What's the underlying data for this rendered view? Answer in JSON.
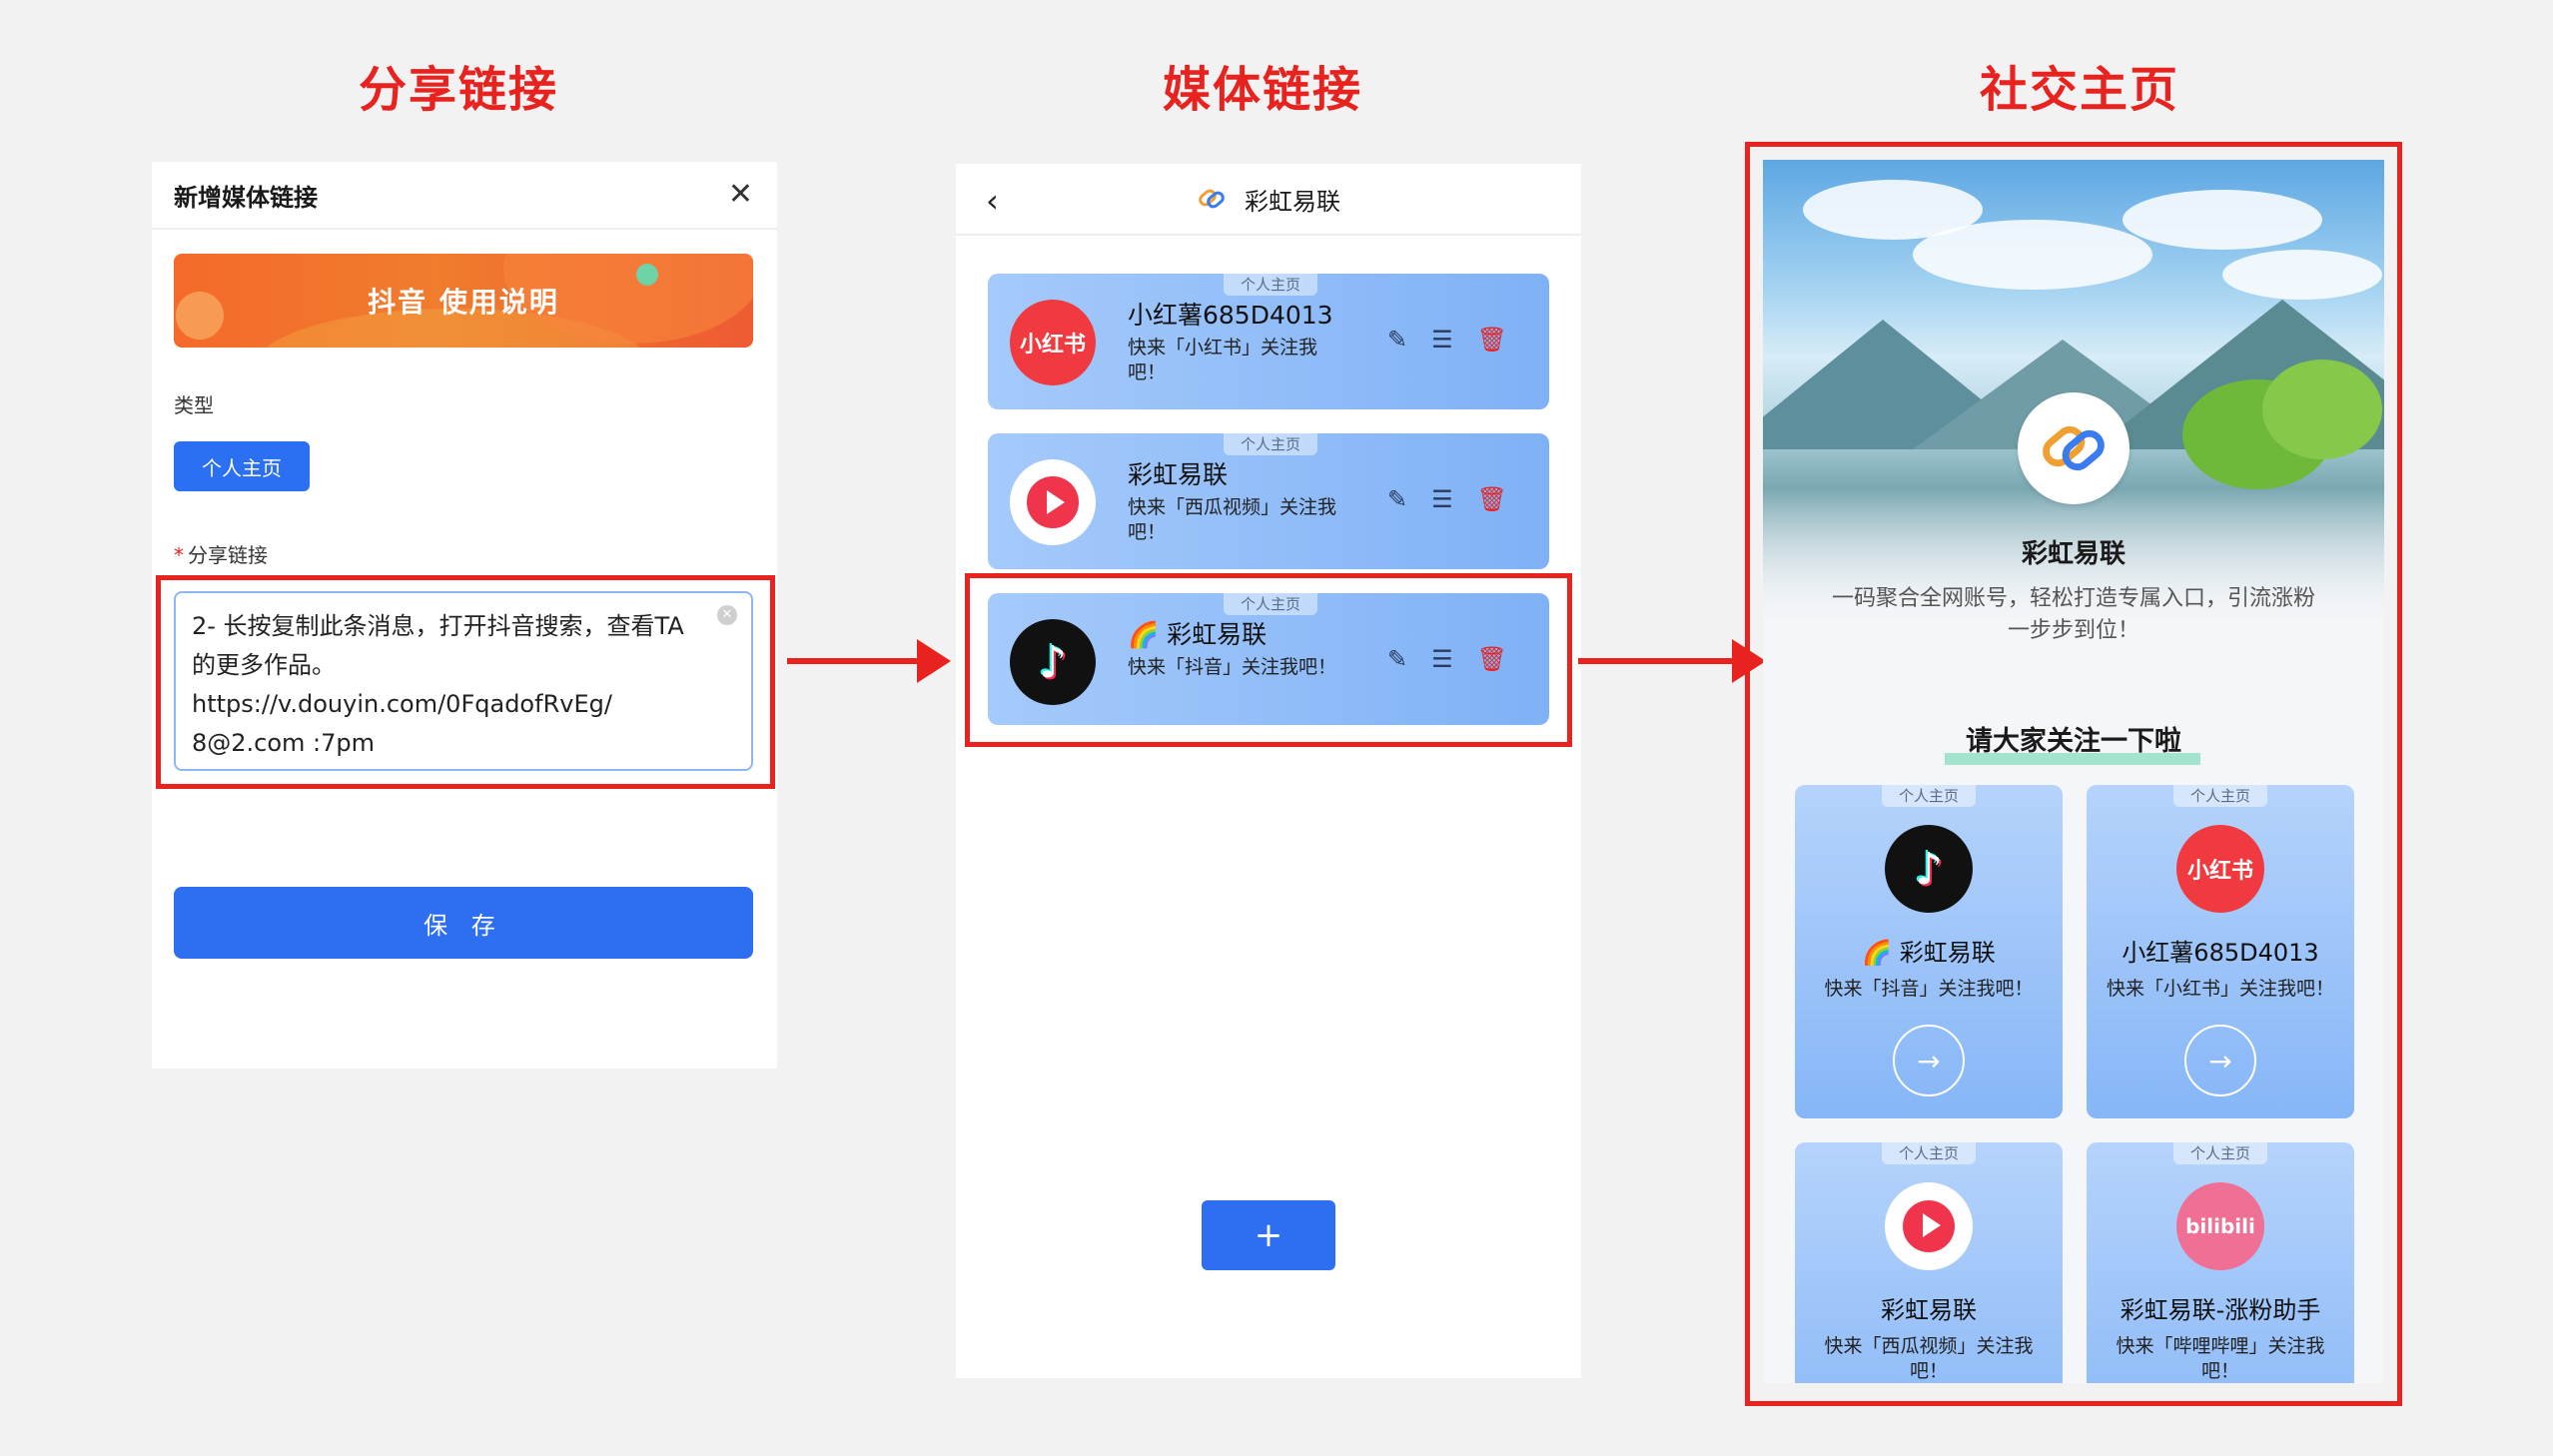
{
  "sections": {
    "share": "分享链接",
    "media": "媒体链接",
    "social": "社交主页"
  },
  "panel1": {
    "title": "新增媒体链接",
    "banner": "抖音 使用说明",
    "type_label": "类型",
    "type_value": "个人主页",
    "share_label": "分享链接",
    "share_text": [
      "2- 长按复制此条消息，打开抖音搜索，查看TA",
      "的更多作品。",
      "https://v.douyin.com/0FqadofRvEg/",
      "8@2.com :7pm"
    ],
    "save": "保 存"
  },
  "panel2": {
    "title": "彩虹易联",
    "add": "+",
    "cards": [
      {
        "tag": "个人主页",
        "icon": "xiaohongshu-icon",
        "icon_text": "小红书",
        "name": "小红薯685D4013",
        "desc": "快来「小红书」关注我吧！"
      },
      {
        "tag": "个人主页",
        "icon": "xigua-video-icon",
        "name": "彩虹易联",
        "desc": "快来「西瓜视频」关注我吧！"
      },
      {
        "tag": "个人主页",
        "icon": "douyin-icon",
        "name": "🌈 彩虹易联",
        "desc": "快来「抖音」关注我吧！"
      }
    ]
  },
  "panel3": {
    "name": "彩虹易联",
    "bio": "一码聚合全网账号，轻松打造专属入口，引流涨粉一步步到位！",
    "subtitle": "请大家关注一下啦",
    "cards": [
      {
        "tag": "个人主页",
        "icon": "douyin-icon",
        "name": "🌈 彩虹易联",
        "desc": "快来「抖音」关注我吧！"
      },
      {
        "tag": "个人主页",
        "icon": "xiaohongshu-icon",
        "icon_text": "小红书",
        "name": "小红薯685D4013",
        "desc": "快来「小红书」关注我吧！"
      },
      {
        "tag": "个人主页",
        "icon": "xigua-video-icon",
        "name": "彩虹易联",
        "desc": "快来「西瓜视频」关注我吧！"
      },
      {
        "tag": "个人主页",
        "icon": "bilibili-icon",
        "icon_text": "bilibili",
        "name": "彩虹易联-涨粉助手",
        "desc": "快来「哔哩哔哩」关注我吧！"
      }
    ]
  },
  "colors": {
    "accent": "#2e6ff2",
    "highlight": "#e8231f"
  }
}
